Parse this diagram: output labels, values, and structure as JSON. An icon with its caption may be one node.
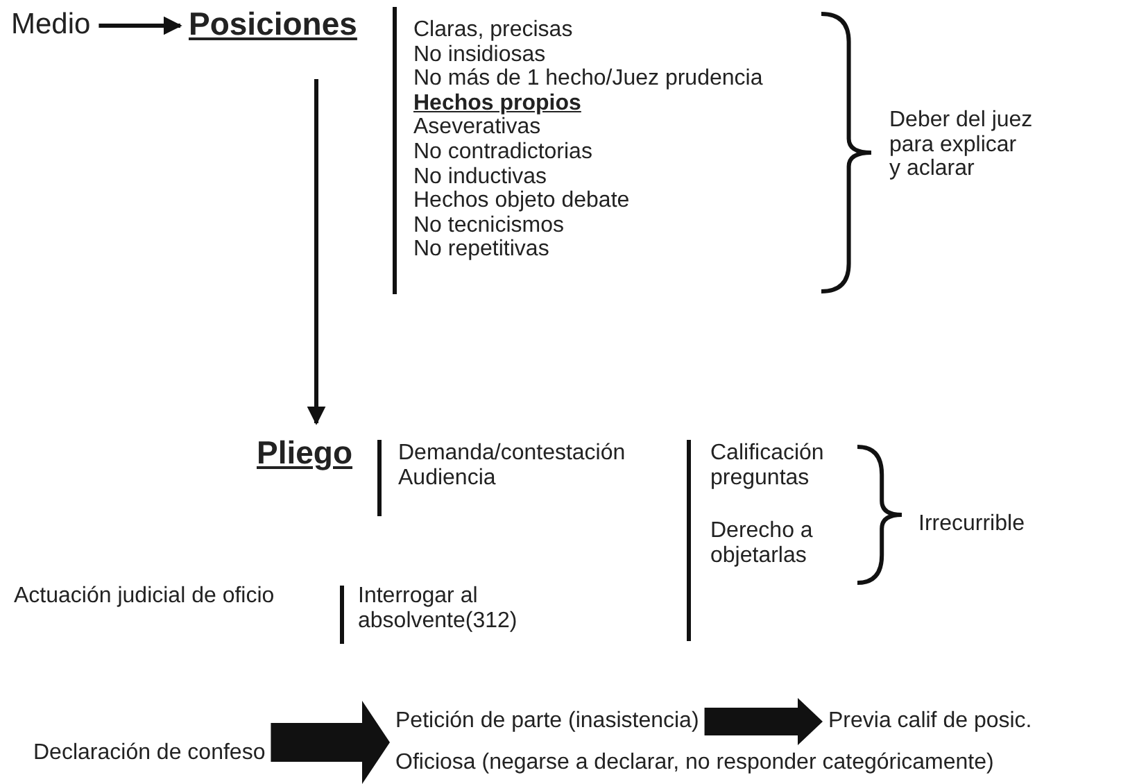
{
  "diagram": {
    "nodes": [
      {
        "text": [
          "Medio"
        ]
      },
      {
        "text": [
          "Posiciones"
        ]
      },
      {
        "text": [
          "Pliego"
        ]
      },
      {
        "text": [
          "Declaración de confeso"
        ]
      },
      {
        "text": [
          "Petición de parte (inasistencia)"
        ]
      },
      {
        "text": [
          "Previa calif de posic."
        ]
      },
      {
        "text": [
          "Oficiosa (negarse a declarar, no responder categóricamente)"
        ]
      }
    ],
    "edges": [
      {
        "from": 0,
        "to": 1,
        "arrow": "to"
      },
      {
        "from": 1,
        "to": 2,
        "arrow": "to"
      },
      {
        "from": 3,
        "to": 4,
        "arrow": "to",
        "style": "thick"
      },
      {
        "from": 3,
        "to": 6,
        "arrow": "to",
        "style": "thick"
      },
      {
        "from": 4,
        "to": 5,
        "arrow": "to",
        "style": "thick"
      }
    ],
    "labels": [
      "Claras, precisas",
      "No insidiosas",
      "No más de 1 hecho/Juez prudencia",
      "Hechos propios",
      "Aseverativas",
      "No contradictorias",
      "No inductivas",
      "Hechos objeto debate",
      "No tecnicismos",
      "No repetitivas",
      "Deber del juez para explicar y aclarar",
      "Demanda/contestación",
      "Audiencia",
      "Calificación preguntas",
      "Derecho a objetarlas",
      "Irrecurrible",
      "Actuación judicial de oficio",
      "Interrogar al absolvente(312)"
    ]
  }
}
